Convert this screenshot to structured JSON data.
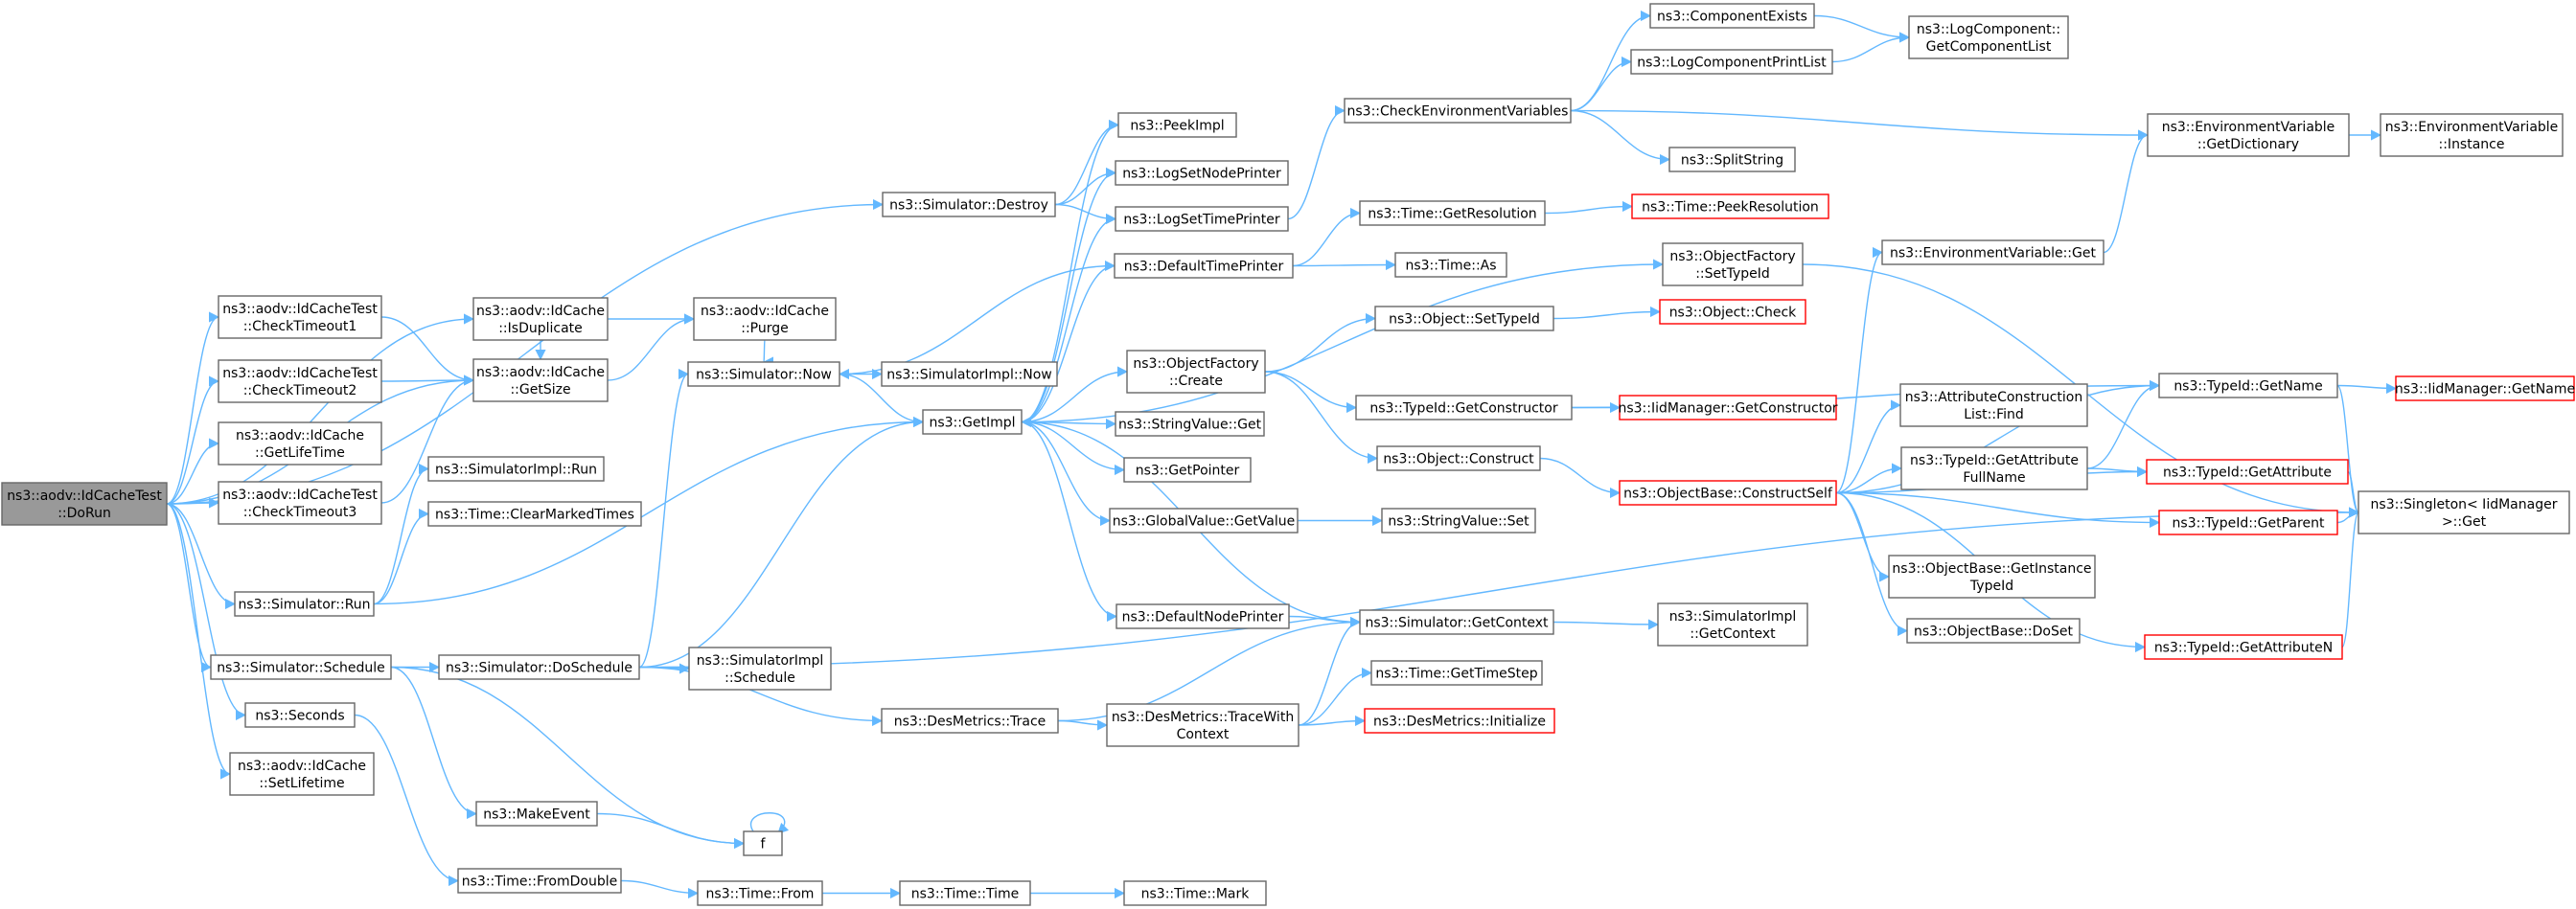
{
  "colors": {
    "edge": "#63b8ff",
    "node_border": "#666666",
    "node_border_incomplete": "#ff0000",
    "root_fill": "#999999",
    "node_fill": "#ffffff"
  },
  "nodes": [
    {
      "id": "root",
      "lines": [
        "ns3::aodv::IdCacheTest",
        "::DoRun"
      ],
      "style": "root"
    },
    {
      "id": "ct1",
      "lines": [
        "ns3::aodv::IdCacheTest",
        "::CheckTimeout1"
      ]
    },
    {
      "id": "ct2",
      "lines": [
        "ns3::aodv::IdCacheTest",
        "::CheckTimeout2"
      ]
    },
    {
      "id": "getlife",
      "lines": [
        "ns3::aodv::IdCache",
        "::GetLifeTime"
      ]
    },
    {
      "id": "ct3",
      "lines": [
        "ns3::aodv::IdCacheTest",
        "::CheckTimeout3"
      ]
    },
    {
      "id": "simrun",
      "lines": [
        "ns3::Simulator::Run"
      ]
    },
    {
      "id": "simsched",
      "lines": [
        "ns3::Simulator::Schedule"
      ]
    },
    {
      "id": "seconds",
      "lines": [
        "ns3::Seconds"
      ]
    },
    {
      "id": "setlife",
      "lines": [
        "ns3::aodv::IdCache",
        "::SetLifetime"
      ]
    },
    {
      "id": "isdup",
      "lines": [
        "ns3::aodv::IdCache",
        "::IsDuplicate"
      ]
    },
    {
      "id": "getsize",
      "lines": [
        "ns3::aodv::IdCache",
        "::GetSize"
      ]
    },
    {
      "id": "implrun",
      "lines": [
        "ns3::SimulatorImpl::Run"
      ]
    },
    {
      "id": "clearmarked",
      "lines": [
        "ns3::Time::ClearMarkedTimes"
      ]
    },
    {
      "id": "dosched",
      "lines": [
        "ns3::Simulator::DoSchedule"
      ]
    },
    {
      "id": "makeevent",
      "lines": [
        "ns3::MakeEvent"
      ]
    },
    {
      "id": "fromdouble",
      "lines": [
        "ns3::Time::FromDouble"
      ]
    },
    {
      "id": "purge",
      "lines": [
        "ns3::aodv::IdCache",
        "::Purge"
      ]
    },
    {
      "id": "simnow",
      "lines": [
        "ns3::Simulator::Now"
      ]
    },
    {
      "id": "simdestroy",
      "lines": [
        "ns3::Simulator::Destroy"
      ]
    },
    {
      "id": "implsched",
      "lines": [
        "ns3::SimulatorImpl",
        "::Schedule"
      ]
    },
    {
      "id": "dmtrace",
      "lines": [
        "ns3::DesMetrics::Trace"
      ]
    },
    {
      "id": "f",
      "lines": [
        "f"
      ]
    },
    {
      "id": "timefrom",
      "lines": [
        "ns3::Time::From"
      ]
    },
    {
      "id": "implnow",
      "lines": [
        "ns3::SimulatorImpl::Now"
      ]
    },
    {
      "id": "getimpl",
      "lines": [
        "ns3::GetImpl"
      ]
    },
    {
      "id": "timetime",
      "lines": [
        "ns3::Time::Time"
      ]
    },
    {
      "id": "peekimpl",
      "lines": [
        "ns3::PeekImpl"
      ]
    },
    {
      "id": "logsetnode",
      "lines": [
        "ns3::LogSetNodePrinter"
      ]
    },
    {
      "id": "logsettime",
      "lines": [
        "ns3::LogSetTimePrinter"
      ]
    },
    {
      "id": "deftime",
      "lines": [
        "ns3::DefaultTimePrinter"
      ]
    },
    {
      "id": "ofcreate",
      "lines": [
        "ns3::ObjectFactory",
        "::Create"
      ]
    },
    {
      "id": "svget",
      "lines": [
        "ns3::StringValue::Get"
      ]
    },
    {
      "id": "getpointer",
      "lines": [
        "ns3::GetPointer"
      ]
    },
    {
      "id": "gvgetvalue",
      "lines": [
        "ns3::GlobalValue::GetValue"
      ]
    },
    {
      "id": "defnode",
      "lines": [
        "ns3::DefaultNodePrinter"
      ]
    },
    {
      "id": "dmtracectx",
      "lines": [
        "ns3::DesMetrics::TraceWith",
        "Context"
      ]
    },
    {
      "id": "timemark",
      "lines": [
        "ns3::Time::Mark"
      ]
    },
    {
      "id": "checkenv",
      "lines": [
        "ns3::CheckEnvironmentVariables"
      ]
    },
    {
      "id": "timegetres",
      "lines": [
        "ns3::Time::GetResolution"
      ]
    },
    {
      "id": "timeas",
      "lines": [
        "ns3::Time::As"
      ]
    },
    {
      "id": "objsettid",
      "lines": [
        "ns3::Object::SetTypeId"
      ]
    },
    {
      "id": "tidgetctor",
      "lines": [
        "ns3::TypeId::GetConstructor"
      ]
    },
    {
      "id": "objconstruct",
      "lines": [
        "ns3::Object::Construct"
      ]
    },
    {
      "id": "svset",
      "lines": [
        "ns3::StringValue::Set"
      ]
    },
    {
      "id": "simgetctx",
      "lines": [
        "ns3::Simulator::GetContext"
      ]
    },
    {
      "id": "timegetstep",
      "lines": [
        "ns3::Time::GetTimeStep"
      ]
    },
    {
      "id": "dminit",
      "lines": [
        "ns3::DesMetrics::Initialize"
      ],
      "style": "red"
    },
    {
      "id": "compexists",
      "lines": [
        "ns3::ComponentExists"
      ]
    },
    {
      "id": "logcompprint",
      "lines": [
        "ns3::LogComponentPrintList"
      ]
    },
    {
      "id": "splitstring",
      "lines": [
        "ns3::SplitString"
      ]
    },
    {
      "id": "peekres",
      "lines": [
        "ns3::Time::PeekResolution"
      ],
      "style": "red"
    },
    {
      "id": "ofsettid",
      "lines": [
        "ns3::ObjectFactory",
        "::SetTypeId"
      ]
    },
    {
      "id": "objcheck",
      "lines": [
        "ns3::Object::Check"
      ],
      "style": "red"
    },
    {
      "id": "iidgetctor",
      "lines": [
        "ns3::IidManager::GetConstructor"
      ],
      "style": "red"
    },
    {
      "id": "obconstructself",
      "lines": [
        "ns3::ObjectBase::ConstructSelf"
      ],
      "style": "red"
    },
    {
      "id": "implgetctx",
      "lines": [
        "ns3::SimulatorImpl",
        "::GetContext"
      ]
    },
    {
      "id": "logcompget",
      "lines": [
        "ns3::LogComponent::",
        "GetComponentList"
      ]
    },
    {
      "id": "envgetdict",
      "lines": [
        "ns3::EnvironmentVariable",
        "::GetDictionary"
      ]
    },
    {
      "id": "envget",
      "lines": [
        "ns3::EnvironmentVariable::Get"
      ]
    },
    {
      "id": "acfind",
      "lines": [
        "ns3::AttributeConstruction",
        "List::Find"
      ]
    },
    {
      "id": "tidgetattrfull",
      "lines": [
        "ns3::TypeId::GetAttribute",
        "FullName"
      ]
    },
    {
      "id": "obgetinst",
      "lines": [
        "ns3::ObjectBase::GetInstance",
        "TypeId"
      ]
    },
    {
      "id": "obdoset",
      "lines": [
        "ns3::ObjectBase::DoSet"
      ]
    },
    {
      "id": "envinst",
      "lines": [
        "ns3::EnvironmentVariable",
        "::Instance"
      ]
    },
    {
      "id": "tidgetname",
      "lines": [
        "ns3::TypeId::GetName"
      ]
    },
    {
      "id": "tidgetattr",
      "lines": [
        "ns3::TypeId::GetAttribute"
      ],
      "style": "red"
    },
    {
      "id": "tidgetparent",
      "lines": [
        "ns3::TypeId::GetParent"
      ],
      "style": "red"
    },
    {
      "id": "tidgetattrn",
      "lines": [
        "ns3::TypeId::GetAttributeN"
      ],
      "style": "red"
    },
    {
      "id": "iidgetname",
      "lines": [
        "ns3::IidManager::GetName"
      ],
      "style": "red"
    },
    {
      "id": "singleton",
      "lines": [
        "ns3::Singleton< IidManager",
        " >::Get"
      ]
    }
  ],
  "edges": [
    [
      "root",
      "ct1"
    ],
    [
      "root",
      "ct2"
    ],
    [
      "root",
      "getlife"
    ],
    [
      "root",
      "ct3"
    ],
    [
      "root",
      "simrun"
    ],
    [
      "root",
      "simsched"
    ],
    [
      "root",
      "seconds"
    ],
    [
      "root",
      "setlife"
    ],
    [
      "root",
      "isdup"
    ],
    [
      "root",
      "getsize"
    ],
    [
      "root",
      "simdestroy"
    ],
    [
      "ct1",
      "getsize"
    ],
    [
      "ct2",
      "getsize"
    ],
    [
      "ct3",
      "getsize"
    ],
    [
      "isdup",
      "purge"
    ],
    [
      "isdup",
      "getsize"
    ],
    [
      "getsize",
      "purge"
    ],
    [
      "purge",
      "simnow"
    ],
    [
      "simrun",
      "implrun"
    ],
    [
      "simrun",
      "clearmarked"
    ],
    [
      "simrun",
      "getimpl"
    ],
    [
      "simsched",
      "dosched"
    ],
    [
      "simsched",
      "makeevent"
    ],
    [
      "simsched",
      "f"
    ],
    [
      "seconds",
      "fromdouble"
    ],
    [
      "dosched",
      "simnow"
    ],
    [
      "dosched",
      "getimpl"
    ],
    [
      "dosched",
      "implsched"
    ],
    [
      "dosched",
      "dmtrace"
    ],
    [
      "dosched",
      "singleton"
    ],
    [
      "makeevent",
      "f"
    ],
    [
      "f",
      "f"
    ],
    [
      "fromdouble",
      "timefrom"
    ],
    [
      "timefrom",
      "timetime"
    ],
    [
      "timetime",
      "timemark"
    ],
    [
      "simnow",
      "implnow"
    ],
    [
      "simnow",
      "getimpl"
    ],
    [
      "simdestroy",
      "peekimpl"
    ],
    [
      "simdestroy",
      "logsetnode"
    ],
    [
      "simdestroy",
      "logsettime"
    ],
    [
      "getimpl",
      "peekimpl"
    ],
    [
      "getimpl",
      "logsetnode"
    ],
    [
      "getimpl",
      "logsettime"
    ],
    [
      "getimpl",
      "deftime"
    ],
    [
      "getimpl",
      "ofcreate"
    ],
    [
      "getimpl",
      "svget"
    ],
    [
      "getimpl",
      "getpointer"
    ],
    [
      "getimpl",
      "gvgetvalue"
    ],
    [
      "getimpl",
      "defnode"
    ],
    [
      "getimpl",
      "ofsettid"
    ],
    [
      "deftime",
      "simnow"
    ],
    [
      "deftime",
      "timegetres"
    ],
    [
      "deftime",
      "timeas"
    ],
    [
      "logsettime",
      "checkenv"
    ],
    [
      "ofcreate",
      "objsettid"
    ],
    [
      "ofcreate",
      "tidgetctor"
    ],
    [
      "ofcreate",
      "objconstruct"
    ],
    [
      "gvgetvalue",
      "svset"
    ],
    [
      "defnode",
      "simgetctx"
    ],
    [
      "dmtrace",
      "simgetctx"
    ],
    [
      "dmtrace",
      "dmtracectx"
    ],
    [
      "dmtracectx",
      "simgetctx"
    ],
    [
      "dmtracectx",
      "timegetstep"
    ],
    [
      "dmtracectx",
      "dminit"
    ],
    [
      "simgetctx",
      "getimpl"
    ],
    [
      "simgetctx",
      "implgetctx"
    ],
    [
      "checkenv",
      "compexists"
    ],
    [
      "checkenv",
      "logcompprint"
    ],
    [
      "checkenv",
      "splitstring"
    ],
    [
      "checkenv",
      "envgetdict"
    ],
    [
      "compexists",
      "logcompget"
    ],
    [
      "logcompprint",
      "logcompget"
    ],
    [
      "timegetres",
      "peekres"
    ],
    [
      "objsettid",
      "objcheck"
    ],
    [
      "tidgetctor",
      "iidgetctor"
    ],
    [
      "tidgetctor",
      "tidgetname"
    ],
    [
      "objconstruct",
      "obconstructself"
    ],
    [
      "ofsettid",
      "singleton"
    ],
    [
      "obconstructself",
      "envget"
    ],
    [
      "obconstructself",
      "acfind"
    ],
    [
      "obconstructself",
      "tidgetattrfull"
    ],
    [
      "obconstructself",
      "obgetinst"
    ],
    [
      "obconstructself",
      "obdoset"
    ],
    [
      "obconstructself",
      "tidgetname"
    ],
    [
      "obconstructself",
      "tidgetattr"
    ],
    [
      "obconstructself",
      "tidgetparent"
    ],
    [
      "obconstructself",
      "tidgetattrn"
    ],
    [
      "envget",
      "envgetdict"
    ],
    [
      "envgetdict",
      "envinst"
    ],
    [
      "tidgetattrfull",
      "tidgetname"
    ],
    [
      "tidgetattrfull",
      "tidgetattr"
    ],
    [
      "tidgetname",
      "iidgetname"
    ],
    [
      "tidgetname",
      "singleton"
    ],
    [
      "tidgetattr",
      "singleton"
    ],
    [
      "tidgetparent",
      "singleton"
    ],
    [
      "tidgetattrn",
      "singleton"
    ]
  ]
}
